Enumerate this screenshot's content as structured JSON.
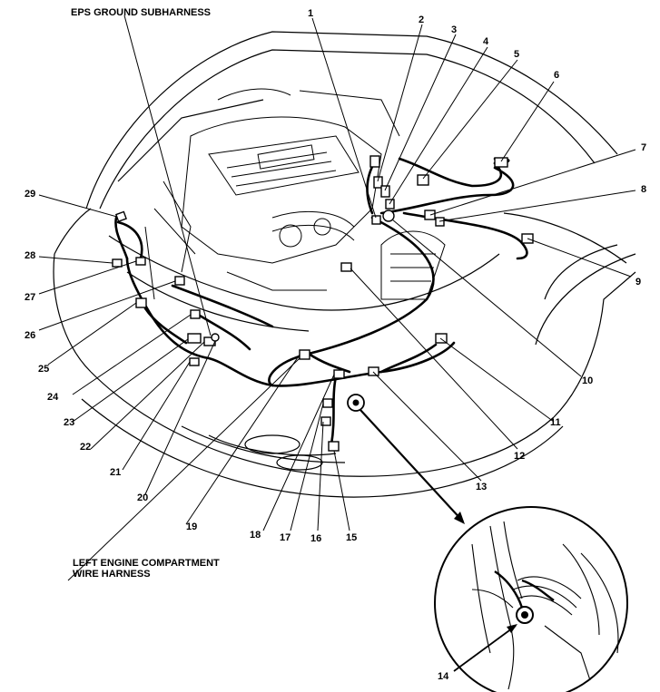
{
  "labels": {
    "eps_ground": "EPS GROUND SUBHARNESS",
    "left_harness_line1": "LEFT ENGINE COMPARTMENT",
    "left_harness_line2": "WIRE HARNESS"
  },
  "callouts": [
    "1",
    "2",
    "3",
    "4",
    "5",
    "6",
    "7",
    "8",
    "9",
    "10",
    "11",
    "12",
    "13",
    "14",
    "15",
    "16",
    "17",
    "18",
    "19",
    "20",
    "21",
    "22",
    "23",
    "24",
    "25",
    "26",
    "27",
    "28",
    "29"
  ]
}
